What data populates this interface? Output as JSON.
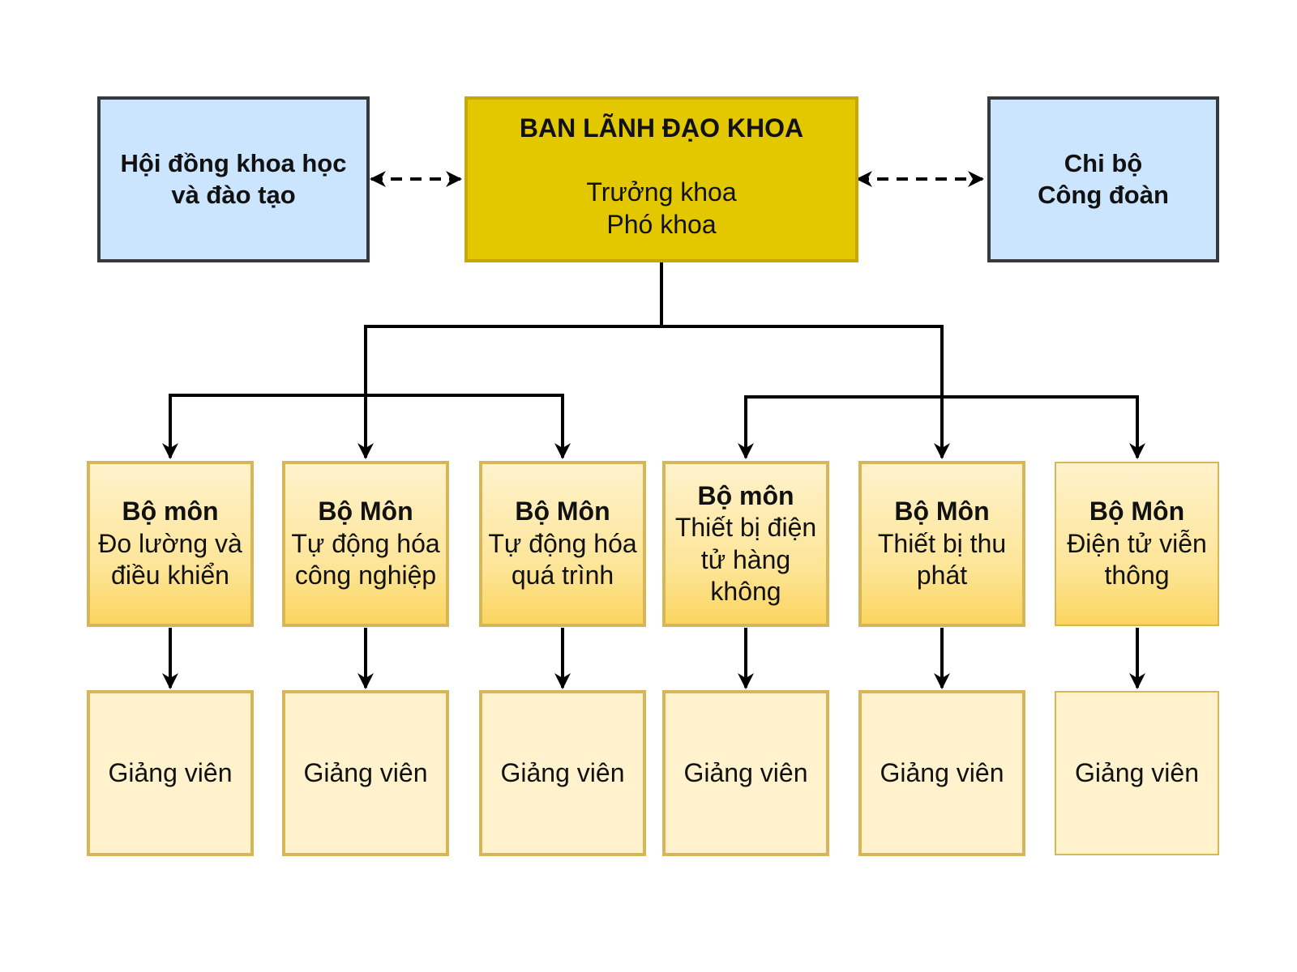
{
  "council": {
    "line1": "Hội đồng khoa học",
    "line2": "và đào tạo"
  },
  "leadership": {
    "title": "BAN LÃNH ĐẠO KHOA",
    "line1": "Trưởng khoa",
    "line2": "Phó khoa"
  },
  "party": {
    "line1": "Chi bộ",
    "line2": "Công đoàn"
  },
  "departments": [
    {
      "head": "Bộ môn",
      "name": [
        "Đo lường và",
        "điều khiển"
      ],
      "lecturer": "Giảng viên"
    },
    {
      "head": "Bộ Môn",
      "name": [
        "Tự động hóa",
        "công nghiệp"
      ],
      "lecturer": "Giảng viên"
    },
    {
      "head": "Bộ Môn",
      "name": [
        "Tự động hóa",
        "quá trình"
      ],
      "lecturer": "Giảng viên"
    },
    {
      "head": "Bộ môn",
      "name": [
        "Thiết bị điện",
        "tử hàng",
        "không"
      ],
      "lecturer": "Giảng viên"
    },
    {
      "head": "Bộ Môn",
      "name": [
        "Thiết bị thu",
        "phát"
      ],
      "lecturer": "Giảng viên"
    },
    {
      "head": "Bộ Môn",
      "name": [
        "Điện tử viễn",
        "thông"
      ],
      "lecturer": "Giảng viên"
    }
  ],
  "colors": {
    "blue_fill": "#cce5ff",
    "blue_stroke": "#36393d",
    "leader_fill": "#e3c800",
    "leader_stroke": "#c9a602",
    "dept_fill": "#fff2cc",
    "dept_stroke": "#d6b656",
    "connector": "#000000"
  }
}
